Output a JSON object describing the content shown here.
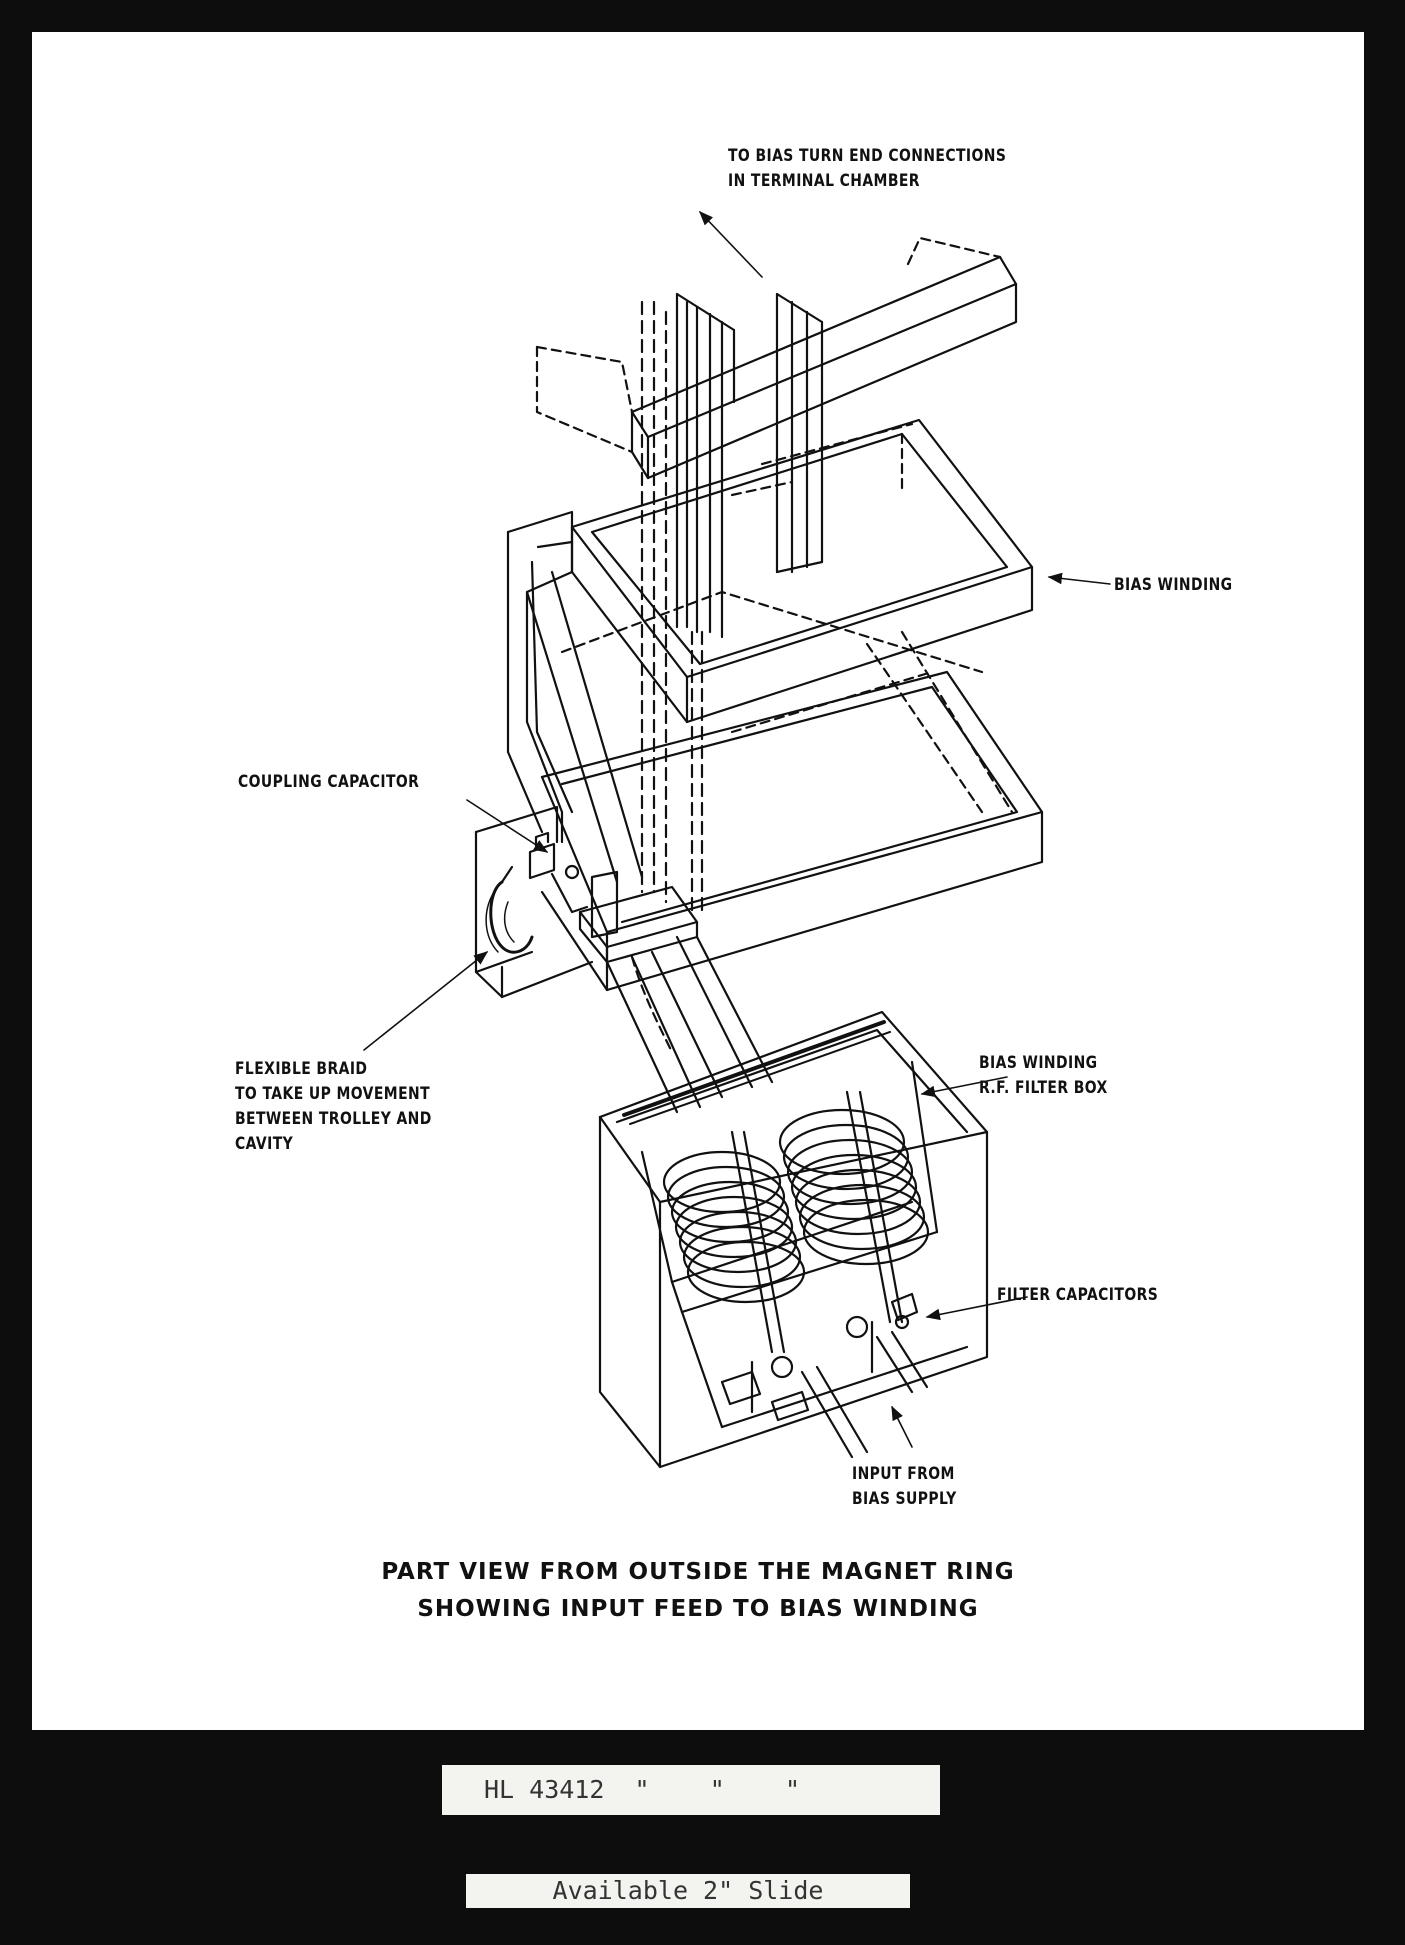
{
  "labels": {
    "terminal": [
      "TO BIAS TURN END CONNECTIONS",
      "IN TERMINAL CHAMBER"
    ],
    "bias_winding": "BIAS WINDING",
    "coupling_capacitor": "COUPLING CAPACITOR",
    "flexible_braid": [
      "FLEXIBLE BRAID",
      "TO TAKE UP MOVEMENT",
      "BETWEEN TROLLEY AND",
      "CAVITY"
    ],
    "filter_box": [
      "BIAS WINDING",
      "R.F. FILTER BOX"
    ],
    "filter_capacitors": "FILTER CAPACITORS",
    "input": [
      "INPUT FROM",
      "BIAS SUPPLY"
    ]
  },
  "caption": [
    "PART VIEW FROM OUTSIDE THE MAGNET RING",
    "SHOWING INPUT FEED TO BIAS WINDING"
  ],
  "reference_strip": "HL 43412  \"    \"    \"",
  "slide_strip": "Available 2\" Slide",
  "colors": {
    "ink": "#111111",
    "paper": "#ffffff",
    "mount": "#0d0d0d",
    "strip": "#f3f3ef"
  }
}
